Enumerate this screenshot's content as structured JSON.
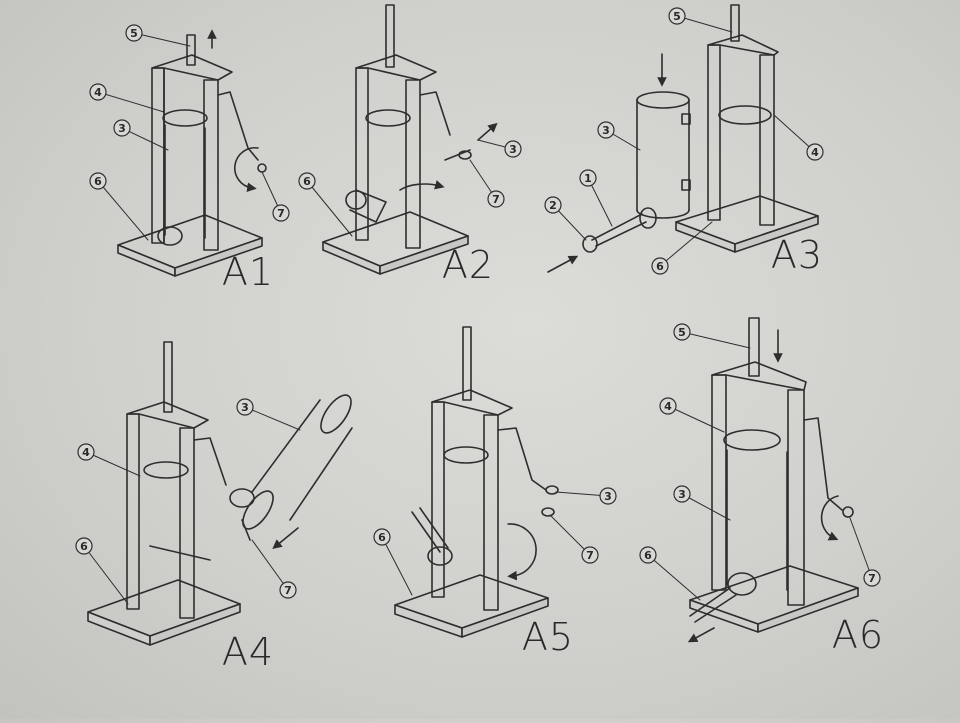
{
  "panels": [
    {
      "id": "A1",
      "label": "A1",
      "parts": [
        {
          "n": "5"
        },
        {
          "n": "4"
        },
        {
          "n": "3"
        },
        {
          "n": "6"
        },
        {
          "n": "7"
        }
      ]
    },
    {
      "id": "A2",
      "label": "A2",
      "parts": [
        {
          "n": "3"
        },
        {
          "n": "7"
        },
        {
          "n": "6"
        }
      ]
    },
    {
      "id": "A3",
      "label": "A3",
      "parts": [
        {
          "n": "5"
        },
        {
          "n": "3"
        },
        {
          "n": "4"
        },
        {
          "n": "1"
        },
        {
          "n": "2"
        },
        {
          "n": "6"
        }
      ]
    },
    {
      "id": "A4",
      "label": "A4",
      "parts": [
        {
          "n": "3"
        },
        {
          "n": "4"
        },
        {
          "n": "6"
        },
        {
          "n": "7"
        }
      ]
    },
    {
      "id": "A5",
      "label": "A5",
      "parts": [
        {
          "n": "3"
        },
        {
          "n": "6"
        },
        {
          "n": "7"
        }
      ]
    },
    {
      "id": "A6",
      "label": "A6",
      "parts": [
        {
          "n": "5"
        },
        {
          "n": "4"
        },
        {
          "n": "3"
        },
        {
          "n": "6"
        },
        {
          "n": "7"
        }
      ]
    }
  ],
  "colors": {
    "line": "#2e2e2e",
    "background": "#d6d6d2"
  }
}
